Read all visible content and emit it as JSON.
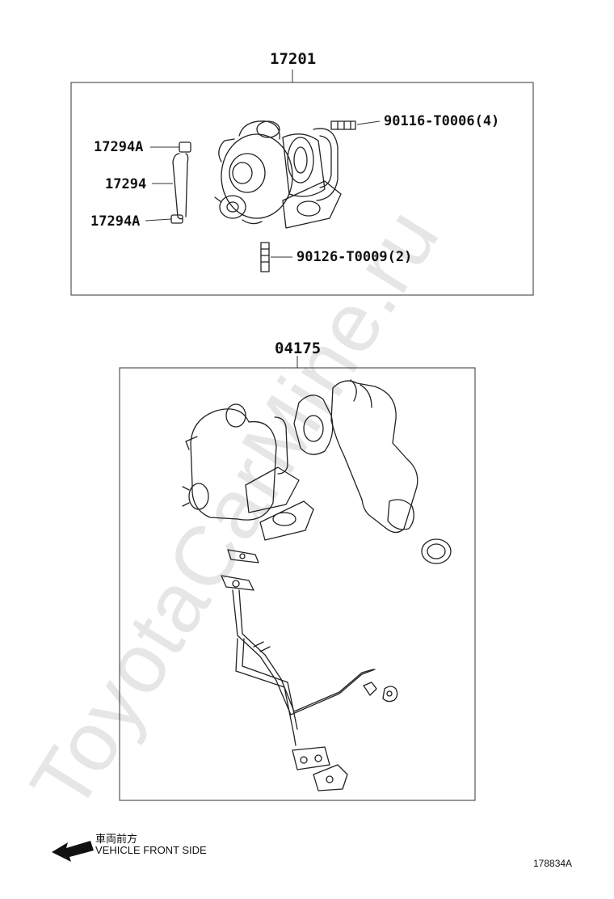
{
  "groups": [
    {
      "id": "group-1",
      "label": "17201"
    },
    {
      "id": "group-2",
      "label": "04175"
    }
  ],
  "callouts": [
    {
      "id": "callout-90116",
      "text": "90116-T0006(4)"
    },
    {
      "id": "callout-17294a-top",
      "text": "17294A"
    },
    {
      "id": "callout-17294",
      "text": "17294"
    },
    {
      "id": "callout-17294a-bottom",
      "text": "17294A"
    },
    {
      "id": "callout-90126",
      "text": "90126-T0009(2)"
    }
  ],
  "footer": {
    "direction_jp": "車両前方",
    "direction_en": "VEHICLE FRONT SIDE",
    "drawing_code": "178834A"
  },
  "watermark": "ToyotaCarMine.ru"
}
